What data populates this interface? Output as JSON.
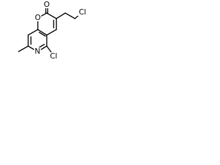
{
  "structure": {
    "atoms": {
      "carbonyl_oxygen": "O",
      "ring_oxygen": "O",
      "nitrogen": "N",
      "ring_chlorine": "Cl",
      "chain_chlorine": "Cl"
    }
  }
}
